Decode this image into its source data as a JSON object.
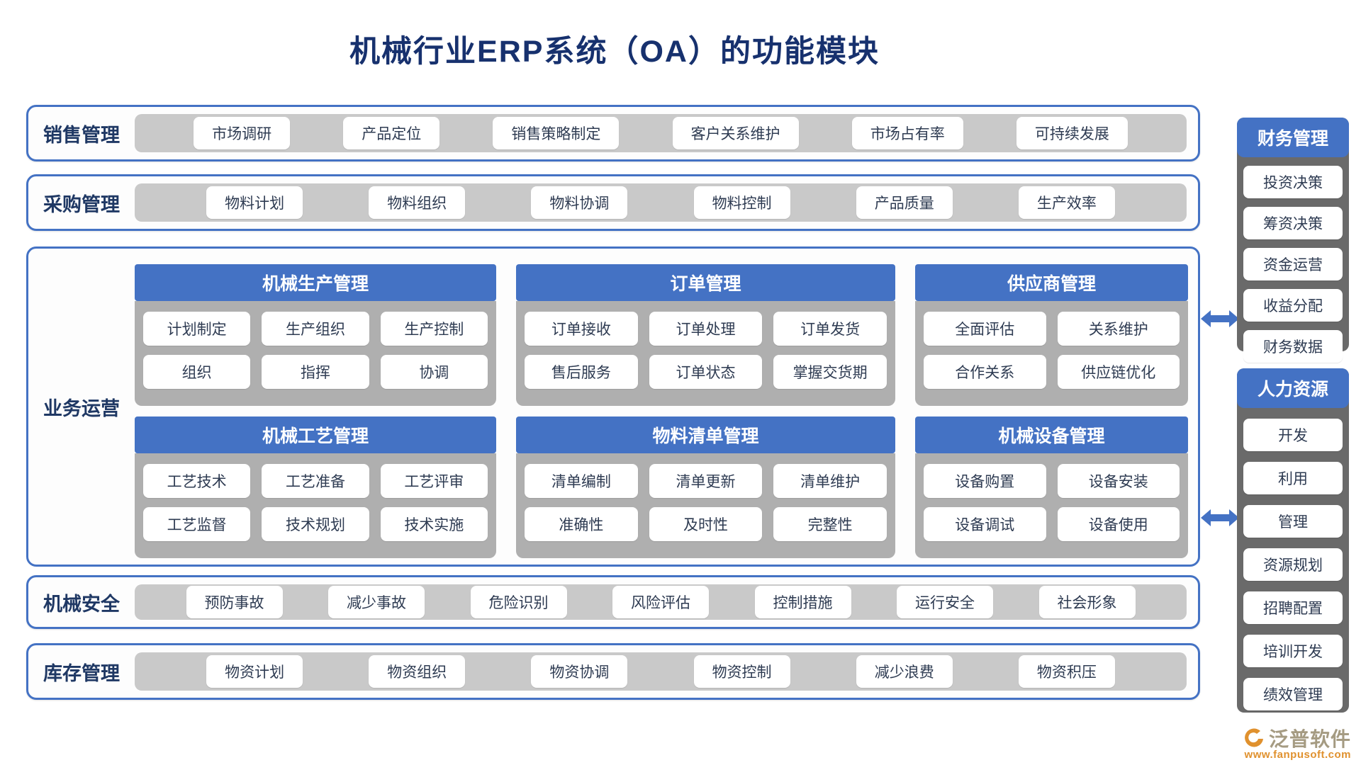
{
  "title": "机械行业ERP系统（OA）的功能模块",
  "colors": {
    "accent_blue": "#4472C4",
    "navy_text": "#1F3864",
    "row_tray_gray": "#C9C9C9",
    "card_body_gray": "#AFAFAF",
    "sidebar_gray": "#6A6A6A",
    "brand_orange": "#E0912E"
  },
  "rows": {
    "sales": {
      "label": "销售管理",
      "items": [
        "市场调研",
        "产品定位",
        "销售策略制定",
        "客户关系维护",
        "市场占有率",
        "可持续发展"
      ]
    },
    "procurement": {
      "label": "采购管理",
      "items": [
        "物料计划",
        "物料组织",
        "物料协调",
        "物料控制",
        "产品质量",
        "生产效率"
      ]
    },
    "safety": {
      "label": "机械安全",
      "items": [
        "预防事故",
        "减少事故",
        "危险识别",
        "风险评估",
        "控制措施",
        "运行安全",
        "社会形象"
      ]
    },
    "inventory": {
      "label": "库存管理",
      "items": [
        "物资计划",
        "物资组织",
        "物资协调",
        "物资控制",
        "减少浪费",
        "物资积压"
      ]
    }
  },
  "operations": {
    "label": "业务运营",
    "modules": [
      {
        "title": "机械生产管理",
        "items": [
          "计划制定",
          "生产组织",
          "生产控制",
          "组织",
          "指挥",
          "协调"
        ]
      },
      {
        "title": "订单管理",
        "items": [
          "订单接收",
          "订单处理",
          "订单发货",
          "售后服务",
          "订单状态",
          "掌握交货期"
        ]
      },
      {
        "title": "供应商管理",
        "items": [
          "全面评估",
          "关系维护",
          "合作关系",
          "供应链优化"
        ]
      },
      {
        "title": "机械工艺管理",
        "items": [
          "工艺技术",
          "工艺准备",
          "工艺评审",
          "工艺监督",
          "技术规划",
          "技术实施"
        ]
      },
      {
        "title": "物料清单管理",
        "items": [
          "清单编制",
          "清单更新",
          "清单维护",
          "准确性",
          "及时性",
          "完整性"
        ]
      },
      {
        "title": "机械设备管理",
        "items": [
          "设备购置",
          "设备安装",
          "设备调试",
          "设备使用"
        ]
      }
    ]
  },
  "sidebars": {
    "finance": {
      "title": "财务管理",
      "items": [
        "投资决策",
        "筹资决策",
        "资金运营",
        "收益分配",
        "财务数据"
      ]
    },
    "hr": {
      "title": "人力资源",
      "items": [
        "开发",
        "利用",
        "管理",
        "资源规划",
        "招聘配置",
        "培训开发",
        "绩效管理"
      ]
    }
  },
  "footer": {
    "brand": "泛普软件",
    "url": "www.fanpusoft.com"
  }
}
